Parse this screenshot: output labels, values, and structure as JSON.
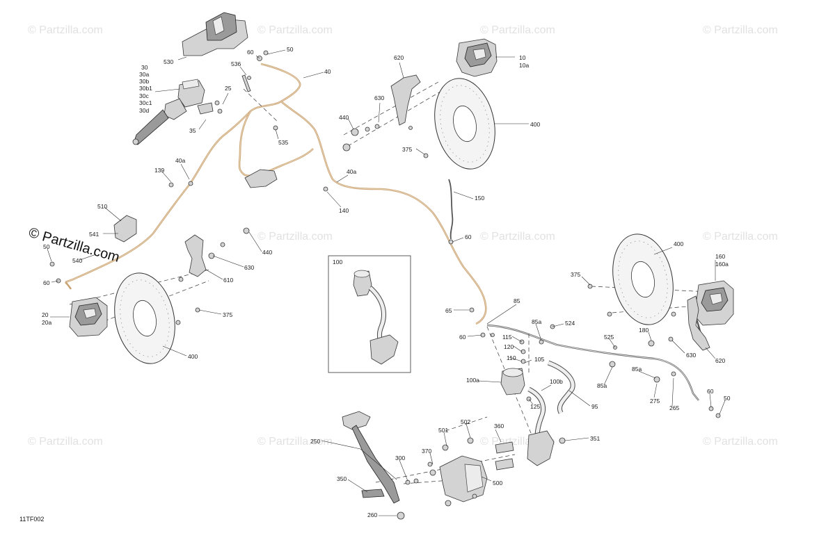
{
  "diagram_ref": "11TF002",
  "watermark": {
    "text": "© Partzilla.com",
    "brand_text": "© Partzilla.com"
  },
  "callouts": {
    "c530": "530",
    "c30": "30",
    "c30a": "30a",
    "c30b": "30b",
    "c30b1": "30b1",
    "c30c": "30c",
    "c30c1": "30c1",
    "c30d": "30d",
    "c25": "25",
    "c35": "35",
    "c60_top": "60",
    "c50_top": "50",
    "c536": "536",
    "c40": "40",
    "c535": "535",
    "c620_top": "620",
    "c630_top": "630",
    "c440_top": "440",
    "c10": "10",
    "c10a": "10a",
    "c400_top": "400",
    "c375_top": "375",
    "c139": "139",
    "c40a_left": "40a",
    "c40a_mid": "40a",
    "c140": "140",
    "c150": "150",
    "c60_mid": "60",
    "c510": "510",
    "c541": "541",
    "c540": "540",
    "c50_left": "50",
    "c60_left": "60",
    "c20": "20",
    "c20a": "20a",
    "c440_mid": "440",
    "c630_mid": "630",
    "c610": "610",
    "c375_mid": "375",
    "c400_left": "400",
    "c100": "100",
    "c65": "65",
    "c60_lower": "60",
    "c85": "85",
    "c85a_top": "85a",
    "c524": "524",
    "c115": "115",
    "c120": "120",
    "c110": "110",
    "c105": "105",
    "c100a": "100a",
    "c100b": "100b",
    "c125": "125",
    "c95": "95",
    "c525": "525",
    "c85a_mid": "85a",
    "c85a_right": "85a",
    "c275": "275",
    "c265": "265",
    "c60_right": "60",
    "c50_right": "50",
    "c400_right": "400",
    "c375_right": "375",
    "c160": "160",
    "c160a": "160a",
    "c180": "180",
    "c630_right": "630",
    "c620_right": "620",
    "c250": "250",
    "c300": "300",
    "c350": "350",
    "c260": "260",
    "c501": "501",
    "c502": "502",
    "c370": "370",
    "c500": "500",
    "c360": "360",
    "c351": "351"
  }
}
